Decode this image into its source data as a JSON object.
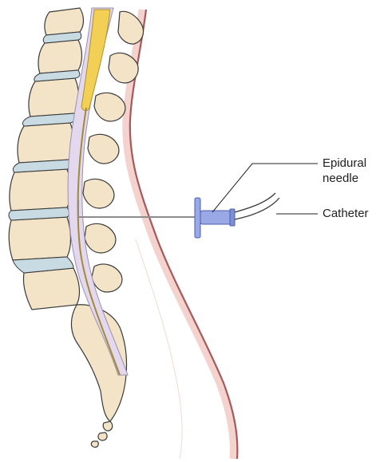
{
  "labels": {
    "epidural_needle_line1": "Epidural",
    "epidural_needle_line2": "needle",
    "catheter": "Catheter"
  },
  "colors": {
    "bone_fill": "#f3e4c8",
    "bone_outline": "#3a3a3a",
    "disc_fill": "#c8dbe3",
    "spinal_cord": "#f2cf55",
    "dura": "#d9cce6",
    "skin": "#a8585a",
    "skin_inner": "#f4d3cf",
    "needle_hub": "#7d8fd6",
    "callout_line": "#222222"
  }
}
